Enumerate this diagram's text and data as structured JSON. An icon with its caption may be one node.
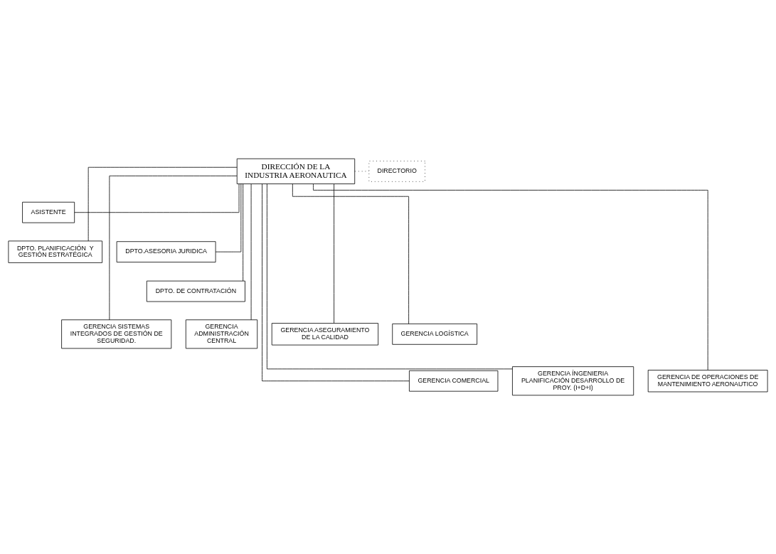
{
  "diagram": {
    "nodes": [
      {
        "text": [
          "DIRECCIÓN DE LA INDUSTRIA AERONAUTICA"
        ]
      },
      {
        "text": [
          "DIRECTORIO"
        ]
      },
      {
        "text": [
          "ASISTENTE"
        ]
      },
      {
        "text": [
          "DPTO. PLANIFICACIÓN  Y GESTIÓN ESTRATÉGICA"
        ]
      },
      {
        "text": [
          "DPTO.ASESORIA JURIDICA"
        ]
      },
      {
        "text": [
          "DPTO. DE CONTRATACIÓN"
        ]
      },
      {
        "text": [
          "GERENCIA SISTEMAS INTEGRADOS DE GESTIÓN DE SEGURIDAD."
        ]
      },
      {
        "text": [
          "GERENCIA ADMINISTRACIÓN CENTRAL"
        ]
      },
      {
        "text": [
          "GERENCIA ASEGURAMIENTO DE LA CALIDAD"
        ]
      },
      {
        "text": [
          "GERENCIA LOGÍSTICA"
        ]
      },
      {
        "text": [
          "GERENCIA COMERCIAL"
        ]
      },
      {
        "text": [
          "GERENCIA ÍNGENIERIA PLANIFICACIÓN DESARROLLO DE PROY. (I+D+I)"
        ]
      },
      {
        "text": [
          "GERENCIA DE OPERACIONES DE MANTENIMIENTO AERONAUTICO"
        ]
      }
    ],
    "edges": [
      {
        "from": 0,
        "to": 1,
        "arrow": "none",
        "style": "dashed"
      },
      {
        "from": 0,
        "to": 2,
        "arrow": "none"
      },
      {
        "from": 0,
        "to": 3,
        "arrow": "none"
      },
      {
        "from": 0,
        "to": 4,
        "arrow": "none"
      },
      {
        "from": 0,
        "to": 5,
        "arrow": "none"
      },
      {
        "from": 0,
        "to": 6,
        "arrow": "none"
      },
      {
        "from": 0,
        "to": 7,
        "arrow": "none"
      },
      {
        "from": 0,
        "to": 8,
        "arrow": "none"
      },
      {
        "from": 0,
        "to": 9,
        "arrow": "none"
      },
      {
        "from": 0,
        "to": 10,
        "arrow": "none"
      },
      {
        "from": 0,
        "to": 11,
        "arrow": "none"
      },
      {
        "from": 0,
        "to": 12,
        "arrow": "none"
      }
    ]
  }
}
